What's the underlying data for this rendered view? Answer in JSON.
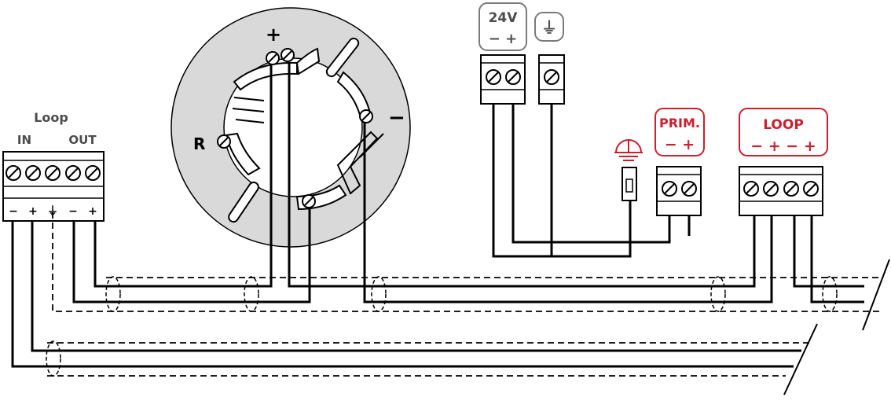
{
  "module": {
    "title": "Loop",
    "in_label": "IN",
    "out_label": "OUT",
    "terminals": [
      "−",
      "+",
      "⏚",
      "−",
      "+"
    ]
  },
  "base": {
    "plus_label": "+",
    "minus_label": "−",
    "r_label": "R"
  },
  "supply": {
    "voltage_label": "24V",
    "voltage_polarity": "− +",
    "earth_symbol": "⏚"
  },
  "panel": {
    "prim_label": "PRIM.",
    "prim_polarity": "− +",
    "loop_label": "LOOP",
    "loop_polarity": "− + − +"
  },
  "colors": {
    "accent_red": "#cc1f2e",
    "label_grey": "#4d4d4d",
    "base_fill": "#d9d9d9"
  }
}
